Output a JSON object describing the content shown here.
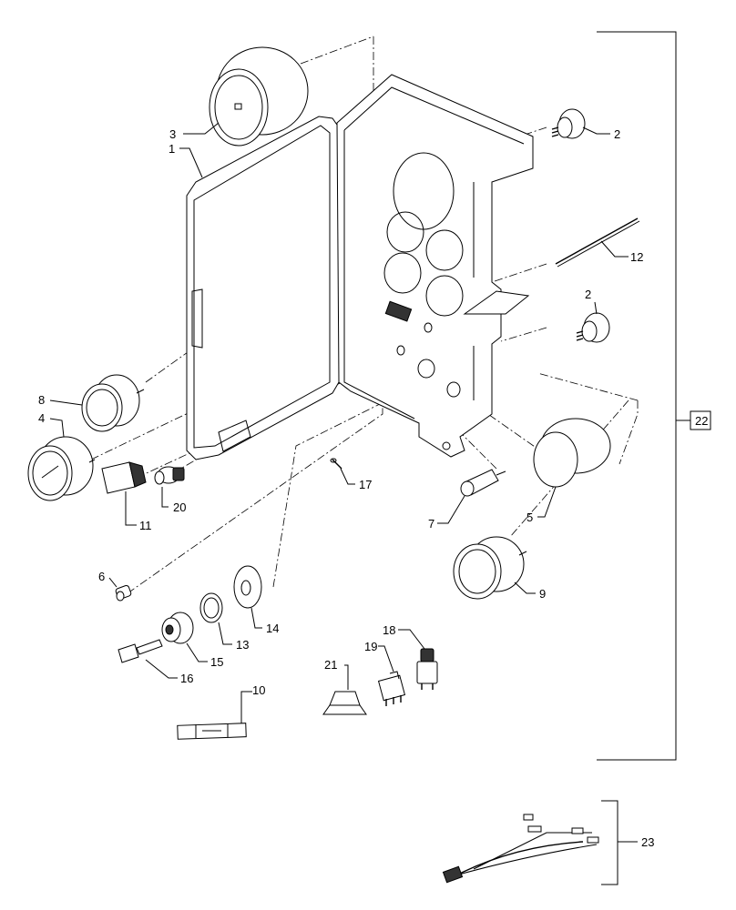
{
  "callouts": {
    "c1": "1",
    "c2a": "2",
    "c2b": "2",
    "c3": "3",
    "c4": "4",
    "c5": "5",
    "c6": "6",
    "c7": "7",
    "c8": "8",
    "c9": "9",
    "c10": "10",
    "c11": "11",
    "c12": "12",
    "c13": "13",
    "c14": "14",
    "c15": "15",
    "c16": "16",
    "c17": "17",
    "c18": "18",
    "c19": "19",
    "c20": "20",
    "c21": "21",
    "c22": "22",
    "c23": "23"
  }
}
